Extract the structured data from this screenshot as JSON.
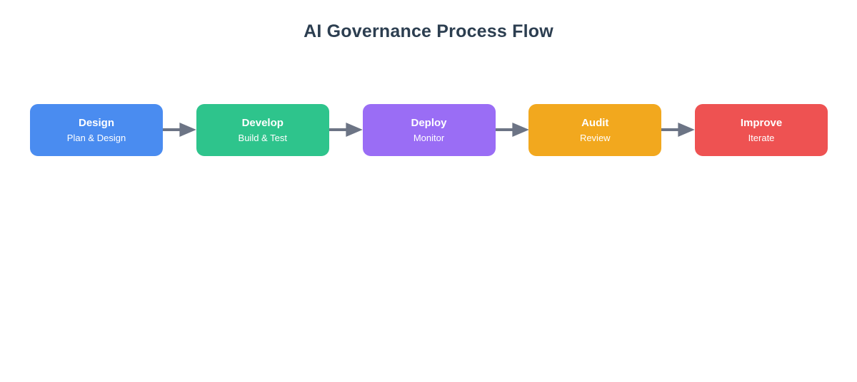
{
  "page": {
    "background_color": "#ffffff"
  },
  "title": "AI Governance Process Flow",
  "title_color": "#2c3e50",
  "connector": {
    "icon": "arrow-right-icon",
    "color": "#6c7485"
  },
  "chart_data": {
    "type": "diagram",
    "diagram_kind": "linear-process-flow",
    "title": "AI Governance Process Flow",
    "orientation": "horizontal",
    "node_count": 5,
    "connector_style": "solid-line-with-filled-triangle-arrowhead",
    "connector_color": "#6c7485",
    "nodes": [
      {
        "label": "Design",
        "sublabel": "Plan & Design",
        "color": "#4a8cf0",
        "text_color": "#ffffff"
      },
      {
        "label": "Develop",
        "sublabel": "Build & Test",
        "color": "#2ec48c",
        "text_color": "#ffffff"
      },
      {
        "label": "Deploy",
        "sublabel": "Monitor",
        "color": "#9a6df5",
        "text_color": "#ffffff"
      },
      {
        "label": "Audit",
        "sublabel": "Review",
        "color": "#f2a81e",
        "text_color": "#ffffff"
      },
      {
        "label": "Improve",
        "sublabel": "Iterate",
        "color": "#ee5252",
        "text_color": "#ffffff"
      }
    ],
    "edges": [
      {
        "from": "Design",
        "to": "Develop"
      },
      {
        "from": "Develop",
        "to": "Deploy"
      },
      {
        "from": "Deploy",
        "to": "Audit"
      },
      {
        "from": "Audit",
        "to": "Improve"
      }
    ]
  }
}
